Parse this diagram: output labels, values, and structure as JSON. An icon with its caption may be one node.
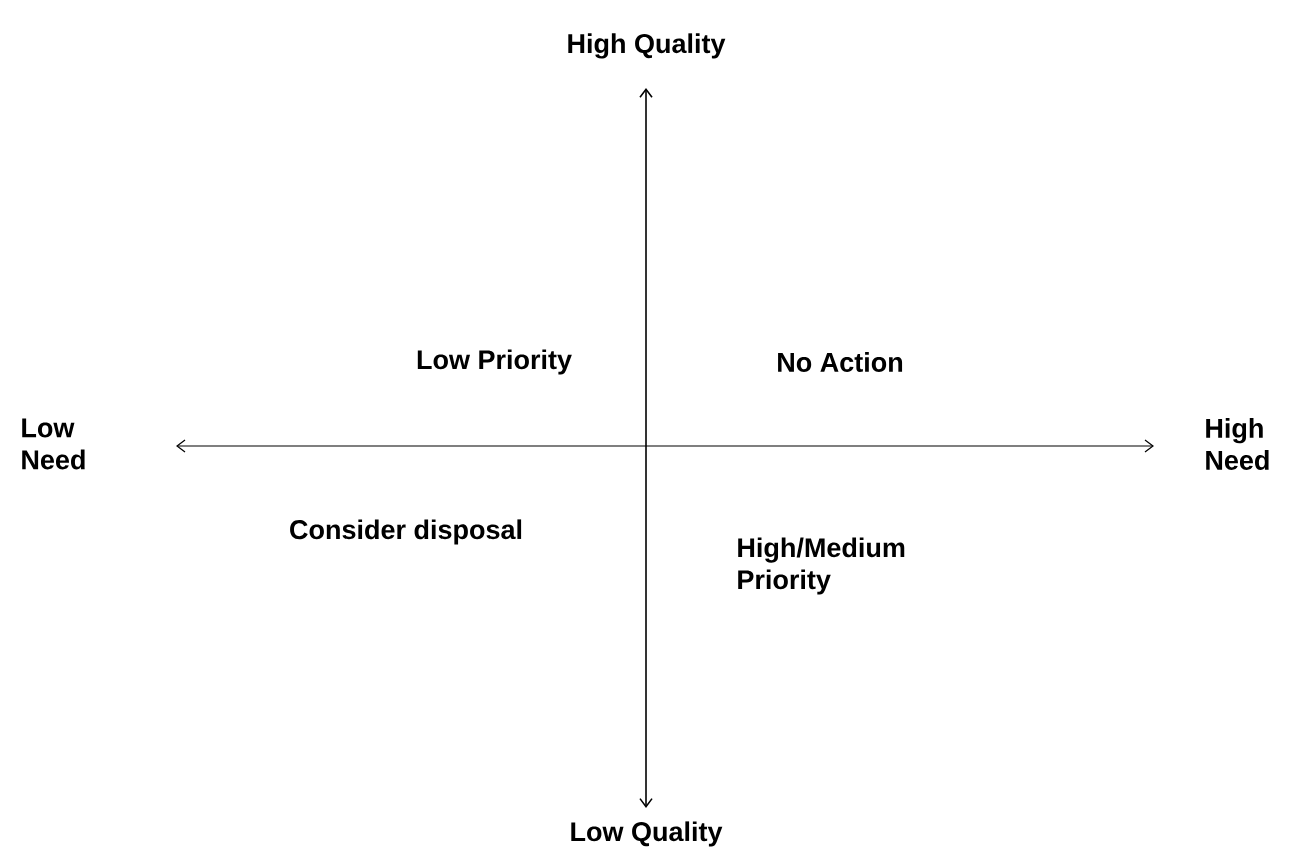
{
  "diagram": {
    "labels": [
      "High Quality",
      "Low Priority",
      "No Action",
      "Low Need",
      "High Need",
      "Consider disposal",
      "High/Medium Priority",
      "Low Quality"
    ]
  }
}
